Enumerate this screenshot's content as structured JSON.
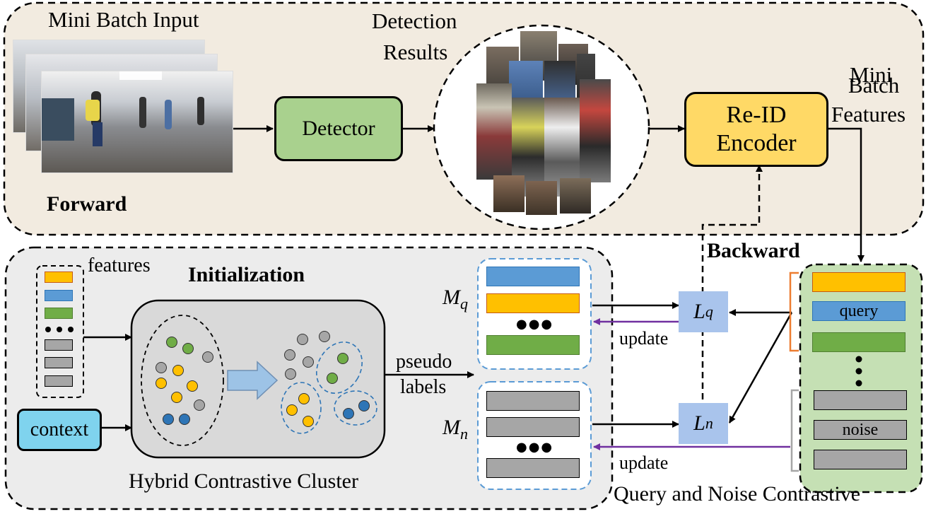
{
  "forward": {
    "title": "Mini Batch Input",
    "detection_title_line1": "Detection",
    "detection_title_line2": "Results",
    "detector_label": "Detector",
    "encoder_line1": "Re-ID",
    "encoder_line2": "Encoder",
    "features_line1": "Mini",
    "features_line2": "Batch",
    "features_line3": "Features",
    "panel_label": "Forward"
  },
  "backward": {
    "panel_label": "Backward"
  },
  "initialization": {
    "title": "Initialization",
    "features_label": "features",
    "context_label": "context",
    "cluster_label": "Hybrid Contrastive Cluster",
    "pseudo_line1": "pseudo",
    "pseudo_line2": "labels"
  },
  "memory": {
    "mq_main": "M",
    "mq_sub": "q",
    "mn_main": "M",
    "mn_sub": "n",
    "ellipsis": "●●●"
  },
  "loss": {
    "lq_main": "L",
    "lq_sub": "q",
    "ln_main": "L",
    "ln_sub": "n",
    "update_top": "update",
    "update_bottom": "update"
  },
  "contrastive": {
    "query_label": "query",
    "noise_label": "noise",
    "title": "Query and Noise Contrastive"
  },
  "colors": {
    "panel_forward": "#f2ebe0",
    "panel_init": "#ececec",
    "detector_fill": "#a9d18e",
    "encoder_fill": "#ffd966",
    "context_fill": "#7fd3ee",
    "contrastive_fill": "#c5e0b4",
    "orange": "#ffc000",
    "blue": "#5b9bd5",
    "green": "#70ad47",
    "gray": "#a6a6a6",
    "dark_blue": "#2e75b6",
    "purple": "#7030a0",
    "loss_fill": "#a9c4ec"
  }
}
